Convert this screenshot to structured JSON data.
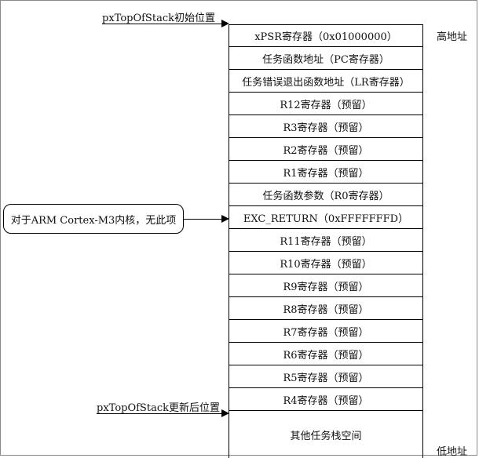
{
  "labels": {
    "high_address": "高地址",
    "low_address": "低地址",
    "initial_pointer": "pxTopOfStack初始位置",
    "updated_pointer": "pxTopOfStack更新后位置",
    "note": "对于ARM Cortex-M3内核，无此项"
  },
  "stack_cells": [
    "xPSR寄存器（0x01000000）",
    "任务函数地址（PC寄存器）",
    "任务错误退出函数地址（LR寄存器）",
    "R12寄存器（预留）",
    "R3寄存器（预留）",
    "R2寄存器（预留）",
    "R1寄存器（预留）",
    "任务函数参数（R0寄存器）",
    "EXC_RETURN（0xFFFFFFFD）",
    "R11寄存器（预留）",
    "R10寄存器（预留）",
    "R9寄存器（预留）",
    "R8寄存器（预留）",
    "R7寄存器（预留）",
    "R6寄存器（预留）",
    "R5寄存器（预留）",
    "R4寄存器（预留）",
    "其他任务栈空间"
  ]
}
